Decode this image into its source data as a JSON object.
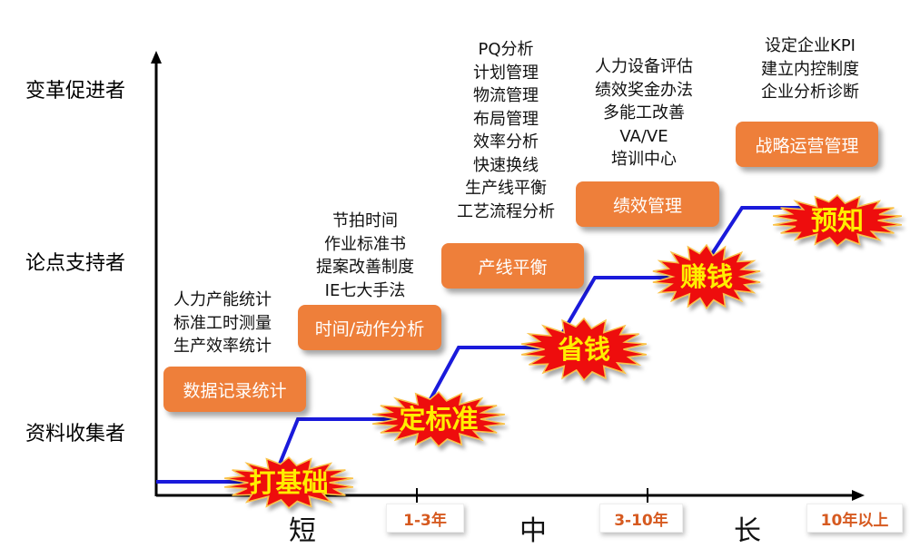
{
  "y_axis": {
    "top": "变革促进者",
    "middle": "论点支持者",
    "bottom": "资料收集者"
  },
  "x_axis": {
    "ticks": [
      "1-3年",
      "3-10年",
      "10年以上"
    ],
    "periods": [
      "短",
      "中",
      "长"
    ]
  },
  "stages": [
    {
      "box": "数据记录统计",
      "burst": "打基础",
      "items": [
        "人力产能统计",
        "标准工时测量",
        "生产效率统计"
      ]
    },
    {
      "box": "时间/动作分析",
      "burst": "定标准",
      "items": [
        "节拍时间",
        "作业标准书",
        "提案改善制度",
        "IE七大手法"
      ]
    },
    {
      "box": "产线平衡",
      "burst": "省钱",
      "items": [
        "PQ分析",
        "计划管理",
        "物流管理",
        "布局管理",
        "效率分析",
        "快速换线",
        "生产线平衡",
        "工艺流程分析"
      ]
    },
    {
      "box": "绩效管理",
      "burst": "赚钱",
      "items": [
        "人力设备评估",
        "绩效奖金办法",
        "多能工改善",
        "VA/VE",
        "培训中心"
      ]
    },
    {
      "box": "战略运营管理",
      "burst": "预知",
      "items": [
        "设定企业KPI",
        "建立内控制度",
        "企业分析诊断"
      ]
    }
  ],
  "colors": {
    "box": "#ee7f3a",
    "line": "#1a1adb",
    "burst_fill": "#ee1111",
    "burst_text": "#ffee00"
  }
}
